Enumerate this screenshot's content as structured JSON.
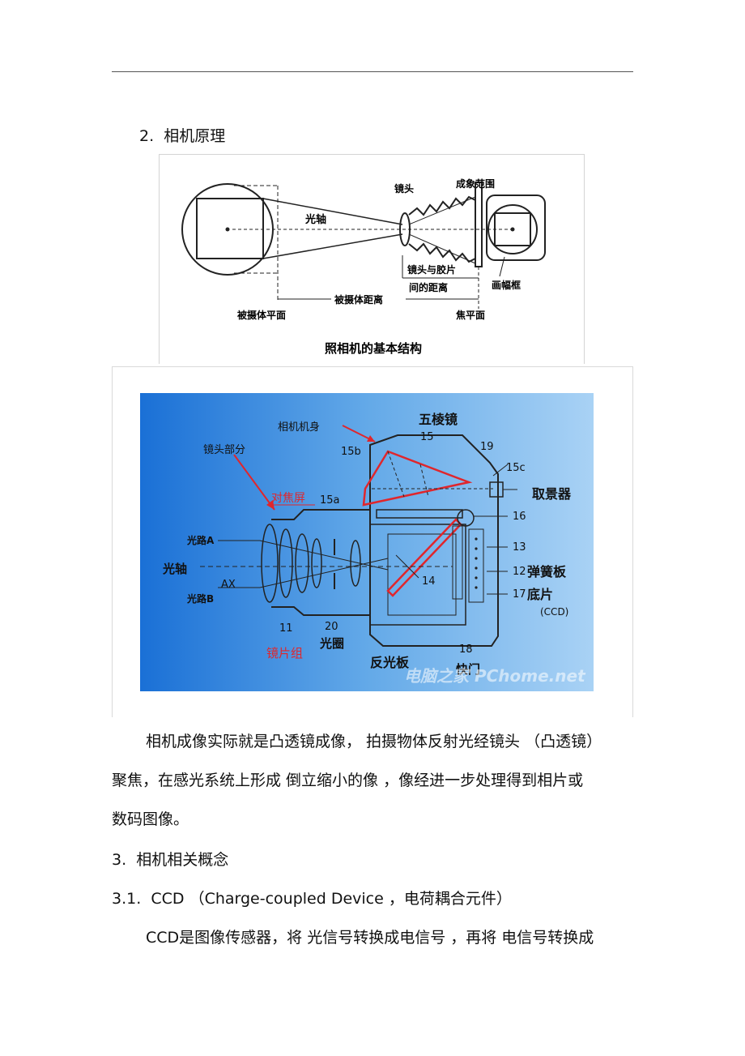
{
  "section2": {
    "number": "2.",
    "title": "相机原理"
  },
  "figure1": {
    "label_optical_axis": "光轴",
    "label_lens": "镜头",
    "label_imaging_range": "成象范围",
    "label_lens_film_1": "镜头与胶片",
    "label_lens_film_2": "间的距离",
    "label_frame": "画幅框",
    "label_subject_distance": "被摄体距离",
    "label_subject_plane": "被摄体平面",
    "label_focal_plane": "焦平面",
    "caption": "照相机的基本结构"
  },
  "figure2": {
    "label_camera_body": "相机机身",
    "label_pentaprism": "五棱镜",
    "label_lens_part": "镜头部分",
    "label_focus_screen": "对焦屏",
    "label_viewfinder": "取景器",
    "label_path_a": "光路A",
    "label_optical_axis": "光轴",
    "label_ax": "AX",
    "label_path_b": "光路B",
    "label_spring_plate": "弹簧板",
    "label_film": "底片",
    "label_ccd": "(CCD)",
    "label_aperture": "光圈",
    "label_lens_group": "镜片组",
    "label_reflector": "反光板",
    "label_shutter": "快门",
    "n_15": "15",
    "n_15b": "15b",
    "n_19": "19",
    "n_15c": "15c",
    "n_15a": "15a",
    "n_16": "16",
    "n_13": "13",
    "n_12": "12",
    "n_14": "14",
    "n_17": "17",
    "n_11": "11",
    "n_20": "20",
    "n_18": "18",
    "watermark": "电脑之家 PChome.net"
  },
  "paragraph1": {
    "line1": "相机成像实际就是凸透镜成像，  拍摄物体反射光经镜头 （凸透镜）",
    "line2": "聚焦，在感光系统上形成  倒立缩小的像 ，像经进一步处理得到相片或",
    "line3": "数码图像。"
  },
  "section3": {
    "number": "3.",
    "title": "相机相关概念"
  },
  "section31": {
    "number": "3.1.",
    "title": "CCD （Charge-coupled Device   ，电荷耦合元件）"
  },
  "paragraph2": {
    "line1": "CCD是图像传感器，将  光信号转换成电信号  ，再将 电信号转换成"
  }
}
